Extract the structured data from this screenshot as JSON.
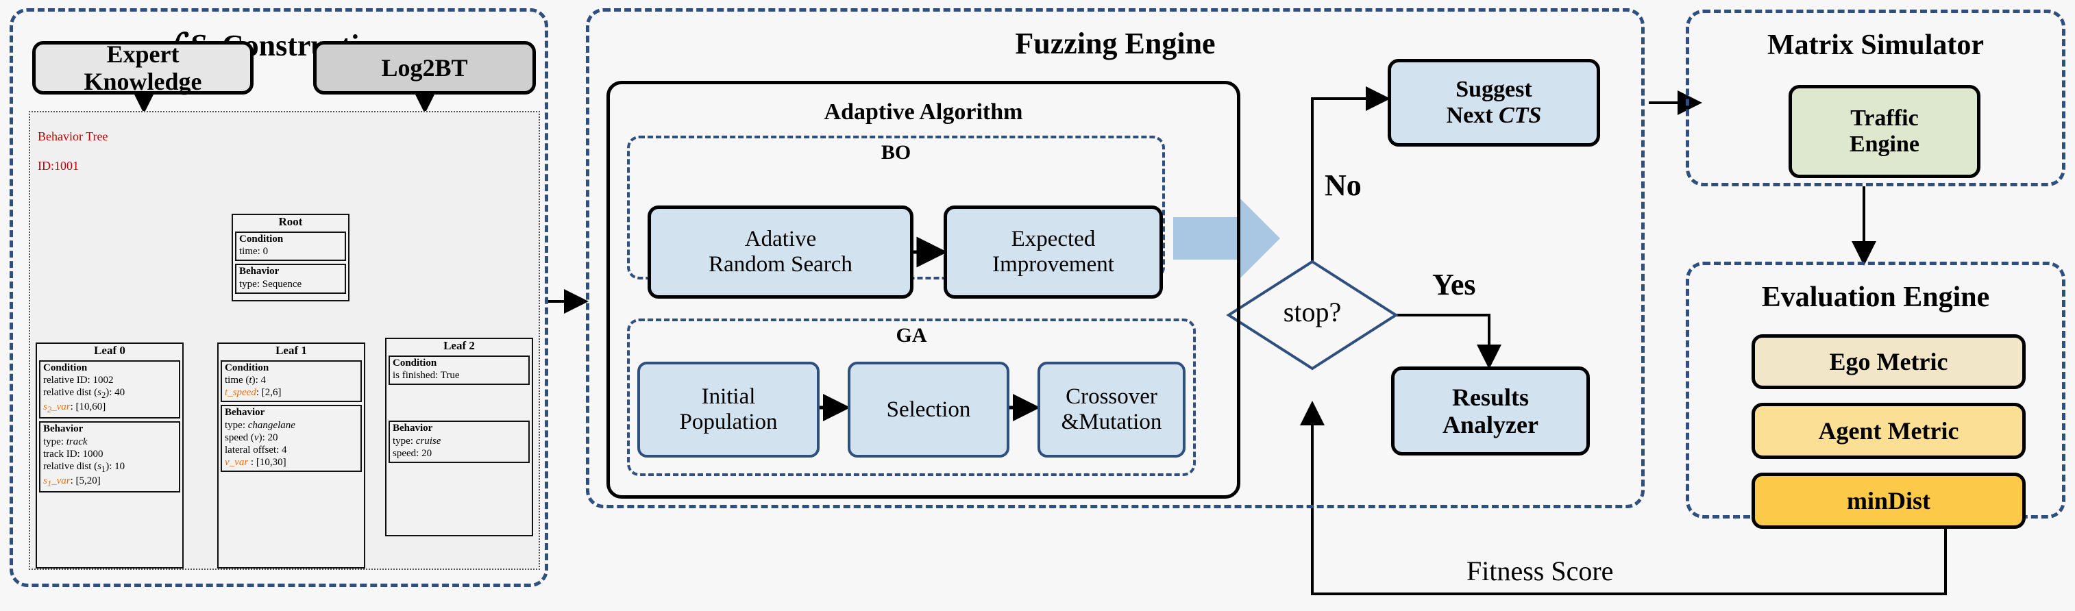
{
  "panels": {
    "ls_construction": {
      "title": "ℒ𝑆 Construction",
      "title_plain": "LS Construction",
      "expert_knowledge": "Expert\nKnowledge",
      "log2bt": "Log2BT"
    },
    "fuzzing_engine": {
      "title": "Fuzzing Engine",
      "adaptive_algorithm": "Adaptive Algorithm",
      "bo": {
        "title": "BO",
        "nodes": [
          "Adative\nRandom Search",
          "Expected\nImprovement"
        ]
      },
      "ga": {
        "title": "GA",
        "nodes": [
          "Initial\nPopulation",
          "Selection",
          "Crossover\n&Mutation"
        ]
      }
    },
    "matrix_simulator": {
      "title": "Matrix Simulator",
      "traffic_engine": "Traffic\nEngine"
    },
    "evaluation_engine": {
      "title": "Evaluation Engine",
      "metrics": [
        "Ego Metric",
        "Agent Metric",
        "minDist"
      ]
    }
  },
  "flow": {
    "suggest_next_cts": "Suggest\nNext CTS",
    "suggest_next_cts_line1": "Suggest",
    "suggest_next_cts_line2a": "Next ",
    "suggest_next_cts_line2b": "CTS",
    "decision": "stop?",
    "label_no": "No",
    "label_yes": "Yes",
    "results_analyzer": "Results\nAnalyzer",
    "fitness_score": "Fitness Score"
  },
  "behavior_tree": {
    "label": "Behavior Tree\nID:1001",
    "label_line1": "Behavior Tree",
    "label_line2": "ID:1001",
    "root": {
      "title": "Root",
      "condition_header": "Condition",
      "condition_lines": [
        "time: 0"
      ],
      "behavior_header": "Behavior",
      "behavior_lines": [
        "type: Sequence"
      ]
    },
    "leaves": [
      {
        "title": "Leaf 0",
        "condition_header": "Condition",
        "condition_lines": [
          "relative ID: 1002",
          "relative dist (s₂): 40",
          "s₂_var: [10,60]"
        ],
        "behavior_header": "Behavior",
        "behavior_lines": [
          "type: track",
          "track ID: 1000",
          "relative dist (s₁): 10",
          "s₁_var: [5,20]"
        ]
      },
      {
        "title": "Leaf 1",
        "condition_header": "Condition",
        "condition_lines": [
          "time (t): 4",
          "t_speed: [2,6]"
        ],
        "behavior_header": "Behavior",
        "behavior_lines": [
          "type: changelane",
          "speed (v): 20",
          "lateral offset: 4",
          "v_var : [10,30]"
        ]
      },
      {
        "title": "Leaf 2",
        "condition_header": "Condition",
        "condition_lines": [
          "is finished: True"
        ],
        "behavior_header": "Behavior",
        "behavior_lines": [
          "type: cruise",
          "speed: 20"
        ]
      }
    ]
  },
  "colors": {
    "dashed_border": "#2f4f7f",
    "node_blue": "#d3e2ef",
    "traffic_green": "#dde8cf",
    "ego_metric": "#f2e6c8",
    "agent_metric": "#fbdf95",
    "mindist": "#fcc949",
    "variable_orange": "#e8701a",
    "bt_label_red": "#c00000",
    "big_arrow": "#a9c7e3"
  }
}
